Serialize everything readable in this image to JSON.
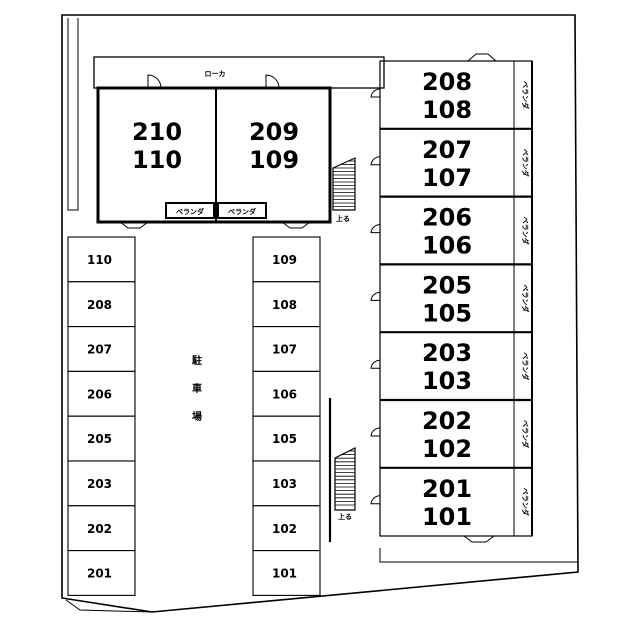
{
  "corridor_label": "ローカ",
  "parking_label_chars": [
    "駐",
    "車",
    "場"
  ],
  "stairs_label": "上る",
  "veranda_label": "ベランダ",
  "top_units": [
    {
      "upper": "210",
      "lower": "110"
    },
    {
      "upper": "209",
      "lower": "109"
    }
  ],
  "right_units": [
    {
      "upper": "208",
      "lower": "108"
    },
    {
      "upper": "207",
      "lower": "107"
    },
    {
      "upper": "206",
      "lower": "106"
    },
    {
      "upper": "205",
      "lower": "105"
    },
    {
      "upper": "203",
      "lower": "103"
    },
    {
      "upper": "202",
      "lower": "102"
    },
    {
      "upper": "201",
      "lower": "101"
    }
  ],
  "parking_left": [
    "110",
    "208",
    "207",
    "206",
    "205",
    "203",
    "202",
    "201"
  ],
  "parking_middle": [
    "109",
    "108",
    "107",
    "106",
    "105",
    "103",
    "102",
    "101"
  ]
}
